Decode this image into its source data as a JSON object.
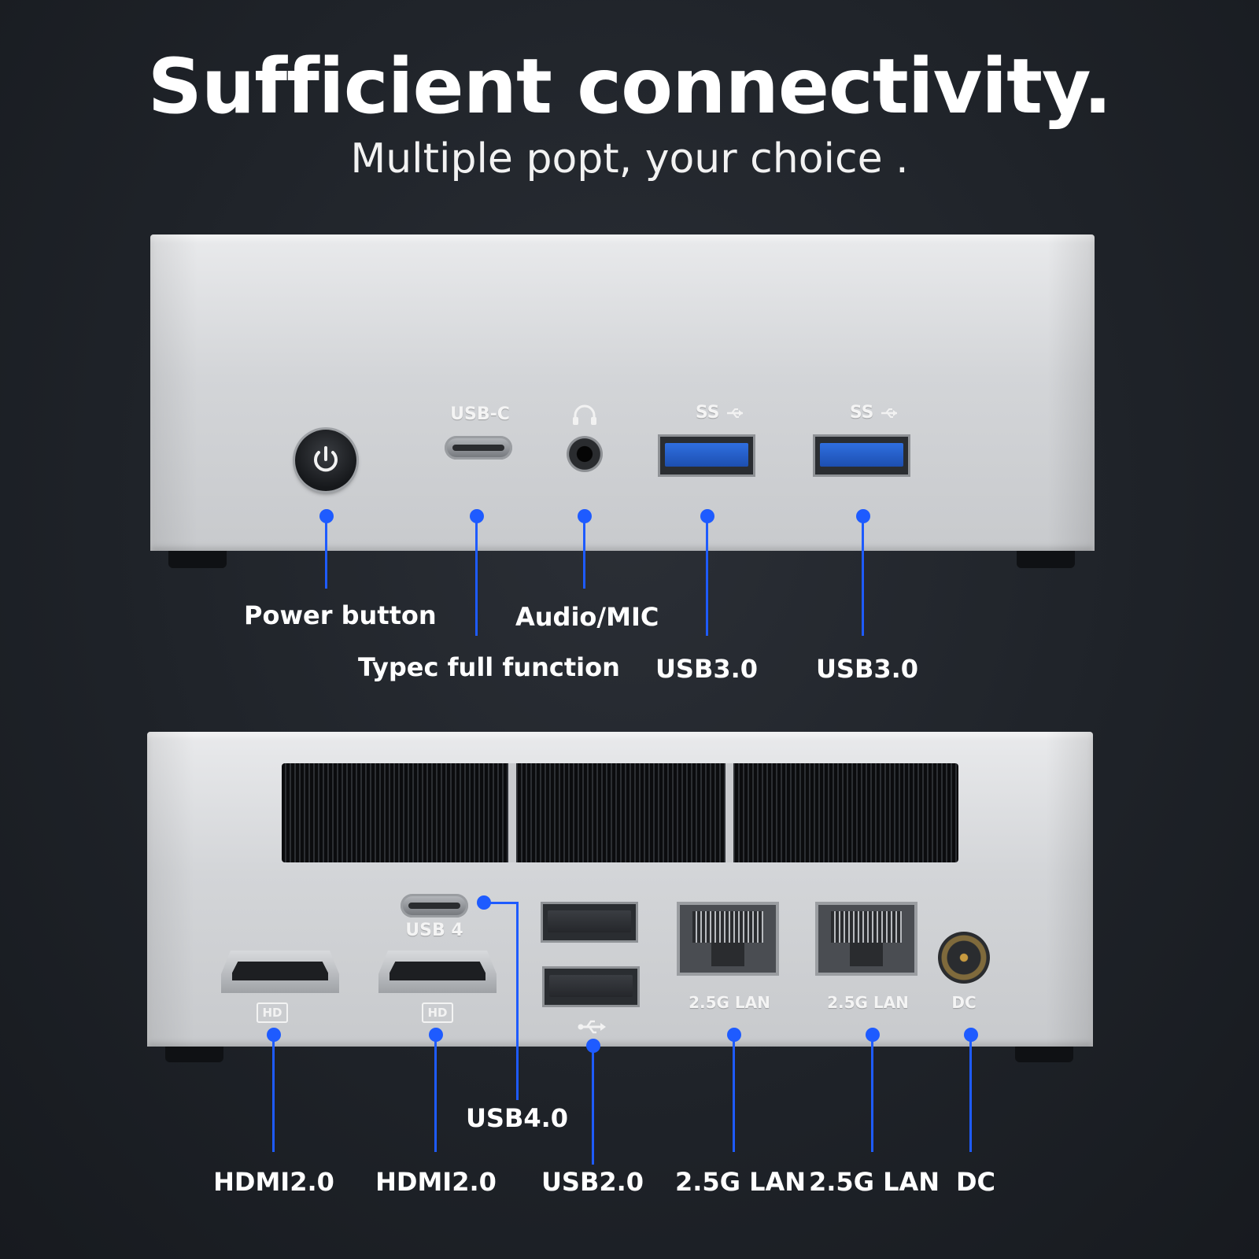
{
  "header": {
    "title": "Sufficient connectivity.",
    "subtitle": "Multiple popt, your choice ."
  },
  "front_panel": {
    "port_prints": {
      "usb_c": "USB-C",
      "usb3_a": "SS",
      "usb3_b": "SS"
    },
    "labels": {
      "power": "Power button",
      "typec": "Typec full function",
      "audio": "Audio/MIC",
      "usb3_a": "USB3.0",
      "usb3_b": "USB3.0"
    }
  },
  "rear_panel": {
    "port_prints": {
      "usb4": "USB 4",
      "hd_1": "HD",
      "hd_2": "HD",
      "lan_1": "2.5G LAN",
      "lan_2": "2.5G LAN",
      "dc": "DC"
    },
    "labels": {
      "hdmi_1": "HDMI2.0",
      "hdmi_2": "HDMI2.0",
      "usb4": "USB4.0",
      "usb2": "USB2.0",
      "lan_1": "2.5G LAN",
      "lan_2": "2.5G LAN",
      "dc": "DC"
    }
  },
  "colors": {
    "accent_blue": "#1e5bff",
    "background": "#1f2329",
    "chassis": "#d3d5d8"
  },
  "icons": [
    "power-icon",
    "headphone-icon",
    "usb-icon"
  ]
}
